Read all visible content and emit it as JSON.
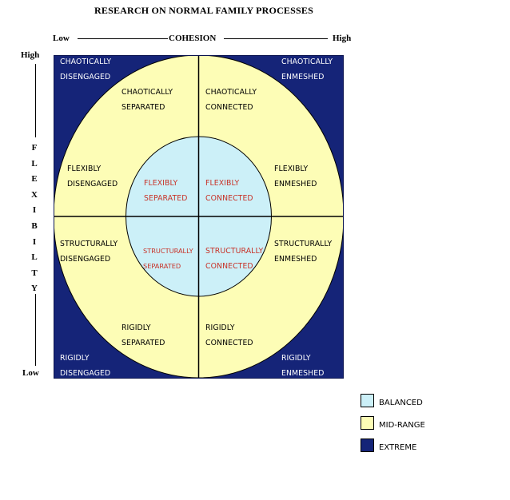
{
  "title": "RESEARCH ON NORMAL FAMILY PROCESSES",
  "cohesion_axis": {
    "low": "Low",
    "label": "COHESION",
    "high": "High"
  },
  "flexibility_axis": {
    "high": "High",
    "label_letters": [
      "F",
      "L",
      "E",
      "X",
      "I",
      "B",
      "I",
      "L",
      "T",
      "Y"
    ],
    "low": "Low"
  },
  "colors": {
    "balanced": "#ccf0f8",
    "mid_range": "#fdfdb6",
    "extreme": "#152478",
    "balanced_text": "#c83228"
  },
  "cells": {
    "chaotically_disengaged": [
      "CHAOTICALLY",
      "DISENGAGED"
    ],
    "chaotically_enmeshed": [
      "CHAOTICALLY",
      "ENMESHED"
    ],
    "chaotically_separated": [
      "CHAOTICALLY",
      "SEPARATED"
    ],
    "chaotically_connected": [
      "CHAOTICALLY",
      "CONNECTED"
    ],
    "flexibly_disengaged": [
      "FLEXIBLY",
      "DISENGAGED"
    ],
    "flexibly_separated": [
      "FLEXIBLY",
      "SEPARATED"
    ],
    "flexibly_connected": [
      "FLEXIBLY",
      "CONNECTED"
    ],
    "flexibly_enmeshed": [
      "FLEXIBLY",
      "ENMESHED"
    ],
    "structurally_disengaged": [
      "STRUCTURALLY",
      "DISENGAGED"
    ],
    "structurally_separated": [
      "STRUCTURALLY",
      "SEPARATED"
    ],
    "structurally_connected": [
      "STRUCTURALLY",
      "CONNECTED"
    ],
    "structurally_enmeshed": [
      "STRUCTURALLY",
      "ENMESHED"
    ],
    "rigidly_separated": [
      "RIGIDLY",
      "SEPARATED"
    ],
    "rigidly_connected": [
      "RIGIDLY",
      "CONNECTED"
    ],
    "rigidly_disengaged": [
      "RIGIDLY",
      "DISENGAGED"
    ],
    "rigidly_enmeshed": [
      "RIGIDLY",
      "ENMESHED"
    ]
  },
  "legend": [
    {
      "label": "BALANCED",
      "color": "#ccf0f8"
    },
    {
      "label": "MID-RANGE",
      "color": "#fdfdb6"
    },
    {
      "label": "EXTREME",
      "color": "#152478"
    }
  ]
}
